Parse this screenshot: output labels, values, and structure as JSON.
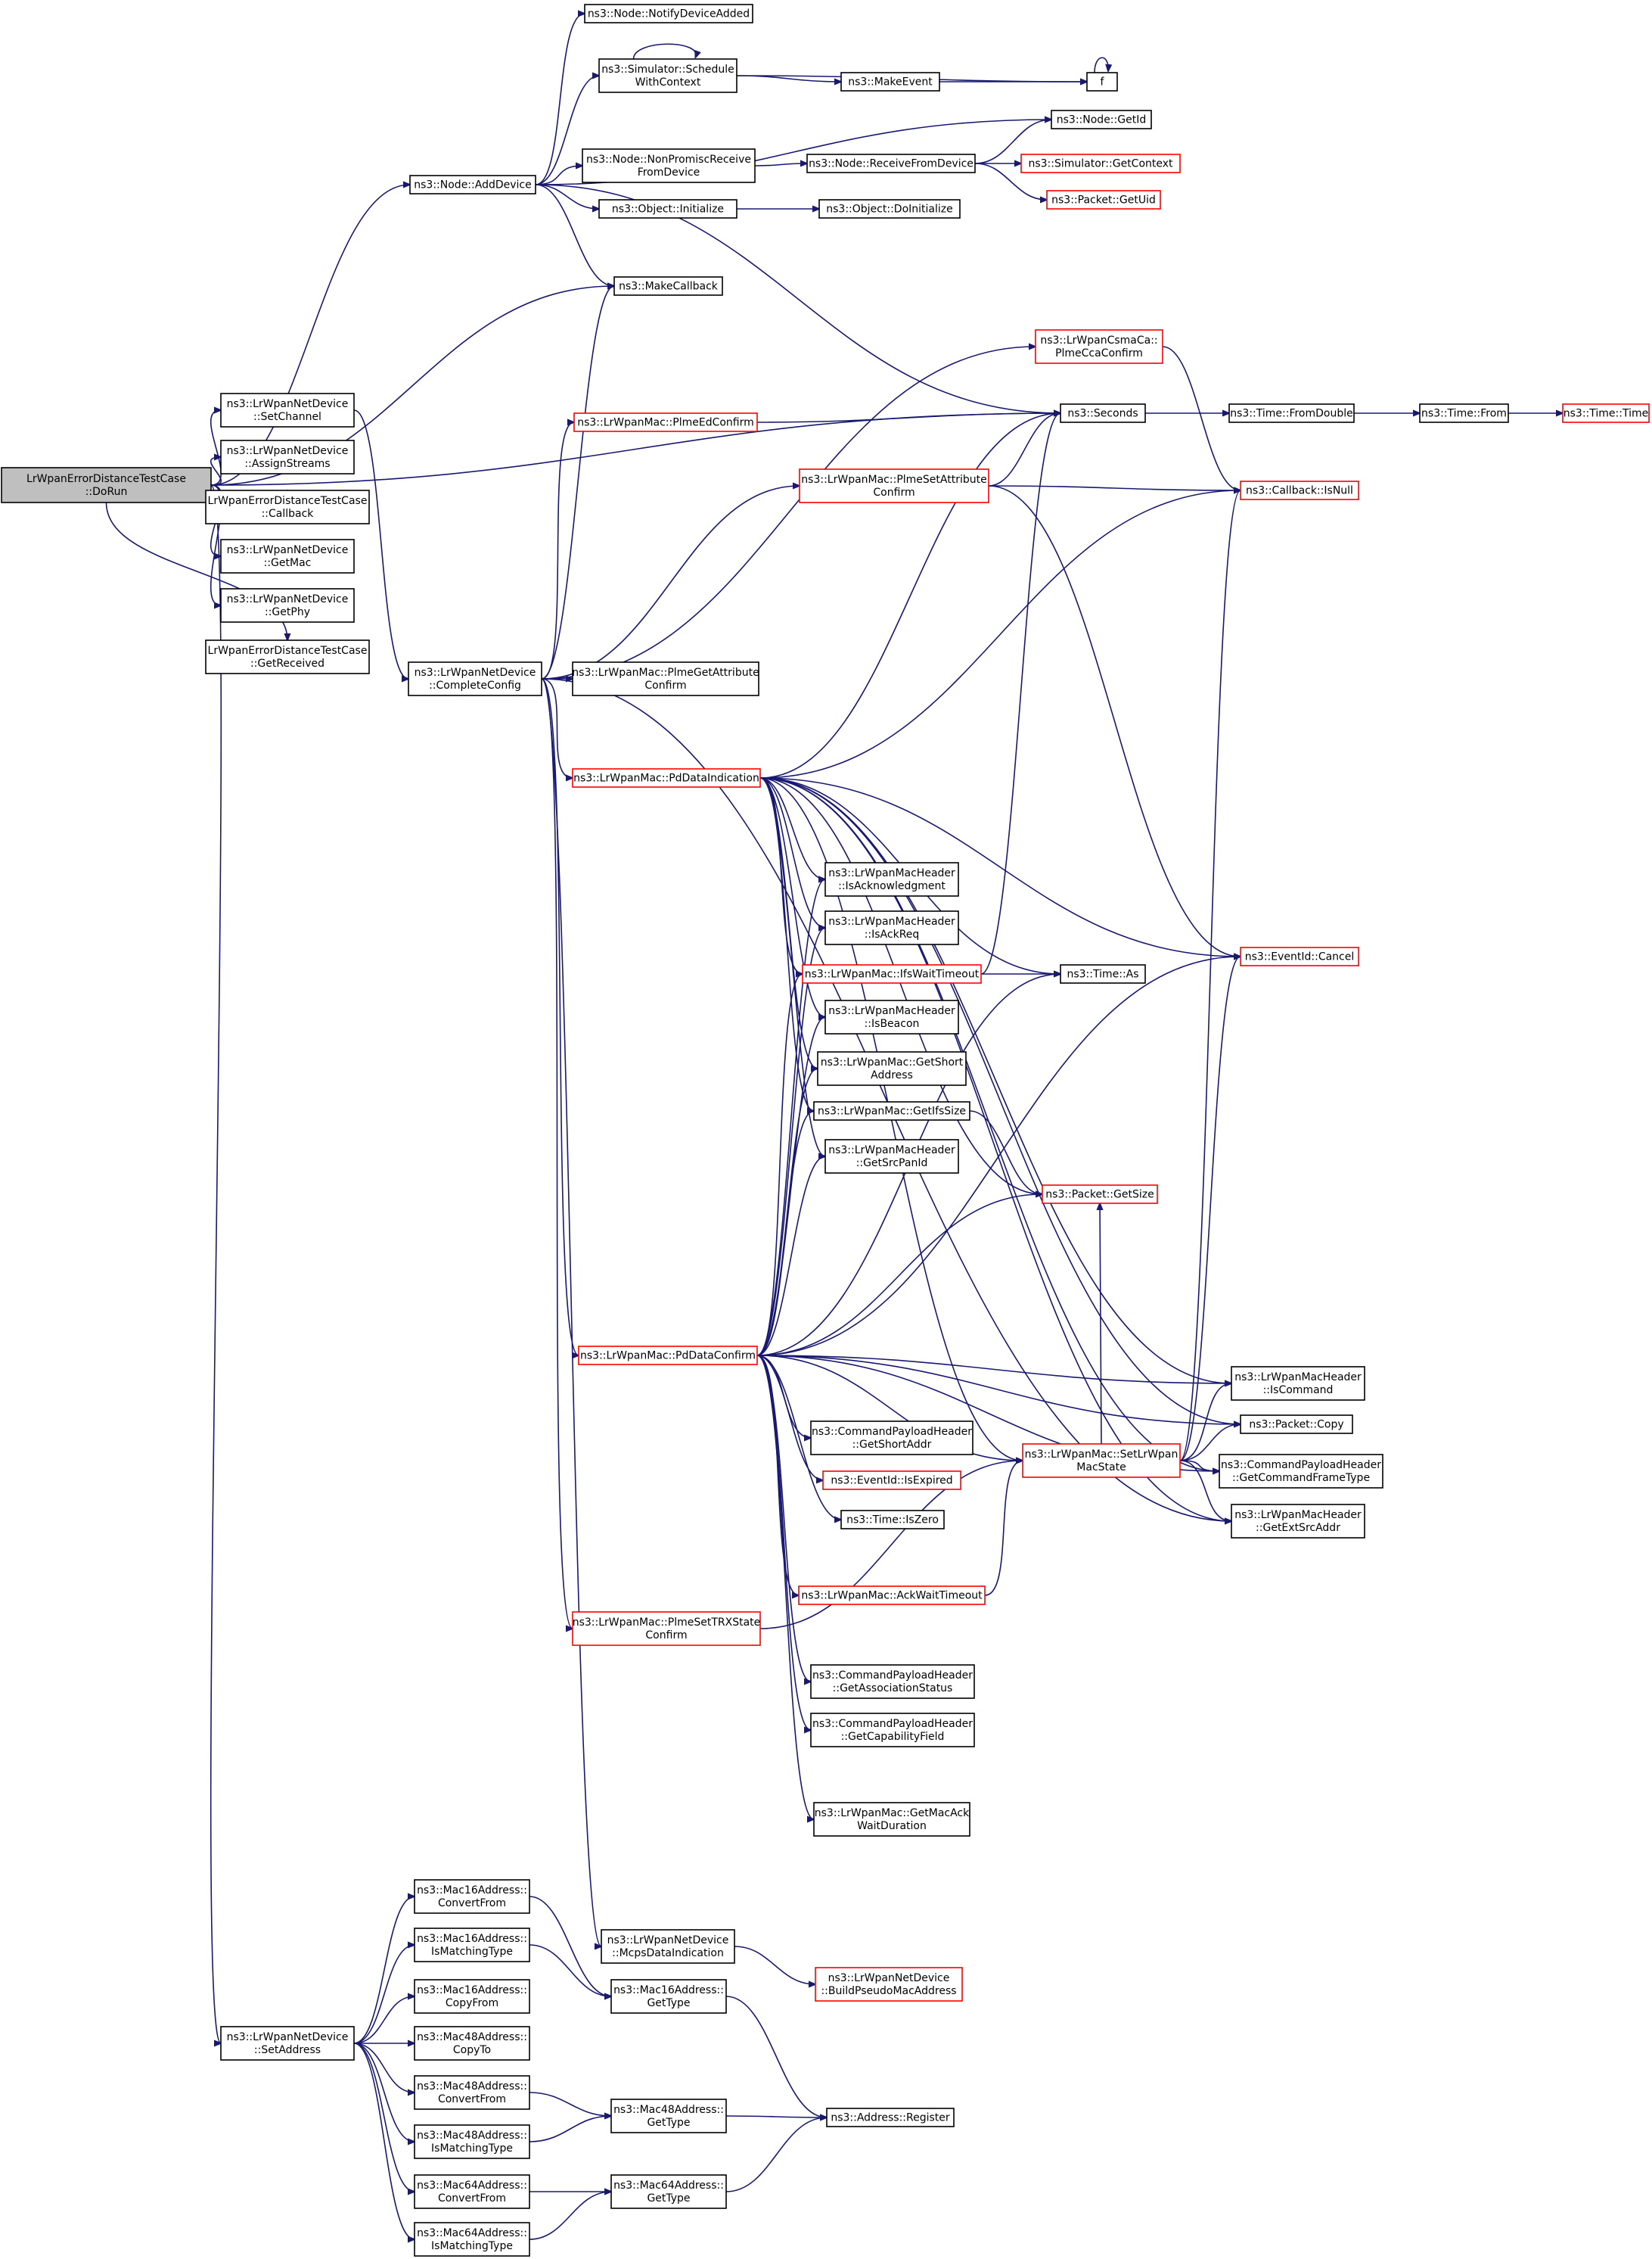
{
  "colors": {
    "edge": "#191970",
    "node_border_normal": "#000000",
    "node_border_red": "#ff0000",
    "node_fill_root": "#bfbfbf",
    "node_fill": "#ffffff"
  },
  "nodes": [
    {
      "id": "root",
      "lines": [
        "LrWpanErrorDistanceTestCase",
        "::DoRun"
      ],
      "style": "root"
    },
    {
      "id": "addDevice",
      "lines": [
        "ns3::Node::AddDevice"
      ],
      "style": "normal"
    },
    {
      "id": "setChannel",
      "lines": [
        "ns3::LrWpanNetDevice",
        "::SetChannel"
      ],
      "style": "normal"
    },
    {
      "id": "assignStreams",
      "lines": [
        "ns3::LrWpanNetDevice",
        "::AssignStreams"
      ],
      "style": "normal"
    },
    {
      "id": "callback",
      "lines": [
        "LrWpanErrorDistanceTestCase",
        "::Callback"
      ],
      "style": "normal"
    },
    {
      "id": "getMac",
      "lines": [
        "ns3::LrWpanNetDevice",
        "::GetMac"
      ],
      "style": "normal"
    },
    {
      "id": "getPhy",
      "lines": [
        "ns3::LrWpanNetDevice",
        "::GetPhy"
      ],
      "style": "normal"
    },
    {
      "id": "getReceived",
      "lines": [
        "LrWpanErrorDistanceTestCase",
        "::GetReceived"
      ],
      "style": "normal"
    },
    {
      "id": "setAddress",
      "lines": [
        "ns3::LrWpanNetDevice",
        "::SetAddress"
      ],
      "style": "normal"
    },
    {
      "id": "notifyDeviceAdded",
      "lines": [
        "ns3::Node::NotifyDeviceAdded"
      ],
      "style": "normal"
    },
    {
      "id": "schedule",
      "lines": [
        "ns3::Simulator::Schedule",
        "WithContext"
      ],
      "style": "normal"
    },
    {
      "id": "makeEvent",
      "lines": [
        "ns3::MakeEvent"
      ],
      "style": "normal"
    },
    {
      "id": "f",
      "lines": [
        "f"
      ],
      "style": "normal"
    },
    {
      "id": "getId",
      "lines": [
        "ns3::Node::GetId"
      ],
      "style": "normal"
    },
    {
      "id": "nonPromisc",
      "lines": [
        "ns3::Node::NonPromiscReceive",
        "FromDevice"
      ],
      "style": "normal"
    },
    {
      "id": "receiveFromDevice",
      "lines": [
        "ns3::Node::ReceiveFromDevice"
      ],
      "style": "normal"
    },
    {
      "id": "getContext",
      "lines": [
        "ns3::Simulator::GetContext"
      ],
      "style": "red"
    },
    {
      "id": "getUid",
      "lines": [
        "ns3::Packet::GetUid"
      ],
      "style": "red"
    },
    {
      "id": "initialize",
      "lines": [
        "ns3::Object::Initialize"
      ],
      "style": "normal"
    },
    {
      "id": "doInitialize",
      "lines": [
        "ns3::Object::DoInitialize"
      ],
      "style": "normal"
    },
    {
      "id": "makeCallback",
      "lines": [
        "ns3::MakeCallback"
      ],
      "style": "normal"
    },
    {
      "id": "csmaPlme",
      "lines": [
        "ns3::LrWpanCsmaCa::",
        "PlmeCcaConfirm"
      ],
      "style": "red"
    },
    {
      "id": "plmeEd",
      "lines": [
        "ns3::LrWpanMac::PlmeEdConfirm"
      ],
      "style": "red"
    },
    {
      "id": "seconds",
      "lines": [
        "ns3::Seconds"
      ],
      "style": "normal"
    },
    {
      "id": "fromDouble",
      "lines": [
        "ns3::Time::FromDouble"
      ],
      "style": "normal"
    },
    {
      "id": "timeFrom",
      "lines": [
        "ns3::Time::From"
      ],
      "style": "normal"
    },
    {
      "id": "timeTime",
      "lines": [
        "ns3::Time::Time"
      ],
      "style": "red"
    },
    {
      "id": "plmeSetAttr",
      "lines": [
        "ns3::LrWpanMac::PlmeSetAttribute",
        "Confirm"
      ],
      "style": "red"
    },
    {
      "id": "isNull",
      "lines": [
        "ns3::Callback::IsNull"
      ],
      "style": "red"
    },
    {
      "id": "completeConfig",
      "lines": [
        "ns3::LrWpanNetDevice",
        "::CompleteConfig"
      ],
      "style": "normal"
    },
    {
      "id": "plmeGetAttr",
      "lines": [
        "ns3::LrWpanMac::PlmeGetAttribute",
        "Confirm"
      ],
      "style": "normal"
    },
    {
      "id": "pdDataInd",
      "lines": [
        "ns3::LrWpanMac::PdDataIndication"
      ],
      "style": "red"
    },
    {
      "id": "isAck",
      "lines": [
        "ns3::LrWpanMacHeader",
        "::IsAcknowledgment"
      ],
      "style": "normal"
    },
    {
      "id": "isAckReq",
      "lines": [
        "ns3::LrWpanMacHeader",
        "::IsAckReq"
      ],
      "style": "normal"
    },
    {
      "id": "ifsWait",
      "lines": [
        "ns3::LrWpanMac::IfsWaitTimeout"
      ],
      "style": "red"
    },
    {
      "id": "timeAs",
      "lines": [
        "ns3::Time::As"
      ],
      "style": "normal"
    },
    {
      "id": "eventCancel",
      "lines": [
        "ns3::EventId::Cancel"
      ],
      "style": "red"
    },
    {
      "id": "isBeacon",
      "lines": [
        "ns3::LrWpanMacHeader",
        "::IsBeacon"
      ],
      "style": "normal"
    },
    {
      "id": "getShortAddress",
      "lines": [
        "ns3::LrWpanMac::GetShort",
        "Address"
      ],
      "style": "normal"
    },
    {
      "id": "getIfsSize",
      "lines": [
        "ns3::LrWpanMac::GetIfsSize"
      ],
      "style": "normal"
    },
    {
      "id": "getSrcPanId",
      "lines": [
        "ns3::LrWpanMacHeader",
        "::GetSrcPanId"
      ],
      "style": "normal"
    },
    {
      "id": "packetGetSize",
      "lines": [
        "ns3::Packet::GetSize"
      ],
      "style": "red"
    },
    {
      "id": "pdDataConf",
      "lines": [
        "ns3::LrWpanMac::PdDataConfirm"
      ],
      "style": "red"
    },
    {
      "id": "isCommand",
      "lines": [
        "ns3::LrWpanMacHeader",
        "::IsCommand"
      ],
      "style": "normal"
    },
    {
      "id": "getShortAddr",
      "lines": [
        "ns3::CommandPayloadHeader",
        "::GetShortAddr"
      ],
      "style": "normal"
    },
    {
      "id": "setMacState",
      "lines": [
        "ns3::LrWpanMac::SetLrWpan",
        "MacState"
      ],
      "style": "red"
    },
    {
      "id": "packetCopy",
      "lines": [
        "ns3::Packet::Copy"
      ],
      "style": "normal"
    },
    {
      "id": "getCmdFrameType",
      "lines": [
        "ns3::CommandPayloadHeader",
        "::GetCommandFrameType"
      ],
      "style": "normal"
    },
    {
      "id": "isExpired",
      "lines": [
        "ns3::EventId::IsExpired"
      ],
      "style": "red"
    },
    {
      "id": "getExtSrcAddr",
      "lines": [
        "ns3::LrWpanMacHeader",
        "::GetExtSrcAddr"
      ],
      "style": "normal"
    },
    {
      "id": "isZero",
      "lines": [
        "ns3::Time::IsZero"
      ],
      "style": "normal"
    },
    {
      "id": "ackWait",
      "lines": [
        "ns3::LrWpanMac::AckWaitTimeout"
      ],
      "style": "red"
    },
    {
      "id": "plmeSetTrx",
      "lines": [
        "ns3::LrWpanMac::PlmeSetTRXState",
        "Confirm"
      ],
      "style": "red"
    },
    {
      "id": "getAssocStatus",
      "lines": [
        "ns3::CommandPayloadHeader",
        "::GetAssociationStatus"
      ],
      "style": "normal"
    },
    {
      "id": "getCapField",
      "lines": [
        "ns3::CommandPayloadHeader",
        "::GetCapabilityField"
      ],
      "style": "normal"
    },
    {
      "id": "getMacAckWait",
      "lines": [
        "ns3::LrWpanMac::GetMacAck",
        "WaitDuration"
      ],
      "style": "normal"
    },
    {
      "id": "m16Convert",
      "lines": [
        "ns3::Mac16Address::",
        "ConvertFrom"
      ],
      "style": "normal"
    },
    {
      "id": "m16IsMatching",
      "lines": [
        "ns3::Mac16Address::",
        "IsMatchingType"
      ],
      "style": "normal"
    },
    {
      "id": "mcpsDataInd",
      "lines": [
        "ns3::LrWpanNetDevice",
        "::McpsDataIndication"
      ],
      "style": "normal"
    },
    {
      "id": "m16GetType",
      "lines": [
        "ns3::Mac16Address::",
        "GetType"
      ],
      "style": "normal"
    },
    {
      "id": "buildPseudo",
      "lines": [
        "ns3::LrWpanNetDevice",
        "::BuildPseudoMacAddress"
      ],
      "style": "red"
    },
    {
      "id": "m16CopyFrom",
      "lines": [
        "ns3::Mac16Address::",
        "CopyFrom"
      ],
      "style": "normal"
    },
    {
      "id": "m48CopyTo",
      "lines": [
        "ns3::Mac48Address::",
        "CopyTo"
      ],
      "style": "normal"
    },
    {
      "id": "m48Convert",
      "lines": [
        "ns3::Mac48Address::",
        "ConvertFrom"
      ],
      "style": "normal"
    },
    {
      "id": "m48GetType",
      "lines": [
        "ns3::Mac48Address::",
        "GetType"
      ],
      "style": "normal"
    },
    {
      "id": "addrRegister",
      "lines": [
        "ns3::Address::Register"
      ],
      "style": "normal"
    },
    {
      "id": "m48IsMatching",
      "lines": [
        "ns3::Mac48Address::",
        "IsMatchingType"
      ],
      "style": "normal"
    },
    {
      "id": "m64Convert",
      "lines": [
        "ns3::Mac64Address::",
        "ConvertFrom"
      ],
      "style": "normal"
    },
    {
      "id": "m64GetType",
      "lines": [
        "ns3::Mac64Address::",
        "GetType"
      ],
      "style": "normal"
    },
    {
      "id": "m64IsMatching",
      "lines": [
        "ns3::Mac64Address::",
        "IsMatchingType"
      ],
      "style": "normal"
    }
  ],
  "edges": [
    [
      "root",
      "addDevice"
    ],
    [
      "root",
      "makeCallback"
    ],
    [
      "root",
      "seconds"
    ],
    [
      "root",
      "setChannel"
    ],
    [
      "root",
      "assignStreams"
    ],
    [
      "root",
      "callback"
    ],
    [
      "root",
      "getMac"
    ],
    [
      "root",
      "getPhy"
    ],
    [
      "root",
      "getReceived"
    ],
    [
      "root",
      "setAddress"
    ],
    [
      "addDevice",
      "notifyDeviceAdded"
    ],
    [
      "addDevice",
      "schedule"
    ],
    [
      "addDevice",
      "getId"
    ],
    [
      "addDevice",
      "nonPromisc"
    ],
    [
      "addDevice",
      "initialize"
    ],
    [
      "addDevice",
      "makeCallback"
    ],
    [
      "addDevice",
      "seconds"
    ],
    [
      "schedule",
      "schedule"
    ],
    [
      "schedule",
      "makeEvent"
    ],
    [
      "schedule",
      "f"
    ],
    [
      "makeEvent",
      "f"
    ],
    [
      "f",
      "f"
    ],
    [
      "nonPromisc",
      "receiveFromDevice"
    ],
    [
      "receiveFromDevice",
      "getId"
    ],
    [
      "receiveFromDevice",
      "getContext"
    ],
    [
      "receiveFromDevice",
      "getUid"
    ],
    [
      "initialize",
      "doInitialize"
    ],
    [
      "setChannel",
      "completeConfig"
    ],
    [
      "completeConfig",
      "makeCallback"
    ],
    [
      "completeConfig",
      "csmaPlme"
    ],
    [
      "completeConfig",
      "plmeEd"
    ],
    [
      "completeConfig",
      "plmeSetAttr"
    ],
    [
      "completeConfig",
      "plmeGetAttr"
    ],
    [
      "completeConfig",
      "pdDataInd"
    ],
    [
      "completeConfig",
      "pdDataConf"
    ],
    [
      "completeConfig",
      "plmeSetTrx"
    ],
    [
      "completeConfig",
      "mcpsDataInd"
    ],
    [
      "completeConfig",
      "getExtSrcAddr"
    ],
    [
      "csmaPlme",
      "isNull"
    ],
    [
      "plmeEd",
      "seconds"
    ],
    [
      "seconds",
      "fromDouble"
    ],
    [
      "fromDouble",
      "timeFrom"
    ],
    [
      "timeFrom",
      "timeTime"
    ],
    [
      "plmeSetAttr",
      "seconds"
    ],
    [
      "plmeSetAttr",
      "isNull"
    ],
    [
      "plmeSetAttr",
      "eventCancel"
    ],
    [
      "pdDataInd",
      "seconds"
    ],
    [
      "pdDataInd",
      "isNull"
    ],
    [
      "pdDataInd",
      "eventCancel"
    ],
    [
      "pdDataInd",
      "isAck"
    ],
    [
      "pdDataInd",
      "isAckReq"
    ],
    [
      "pdDataInd",
      "ifsWait"
    ],
    [
      "pdDataInd",
      "timeAs"
    ],
    [
      "pdDataInd",
      "isBeacon"
    ],
    [
      "pdDataInd",
      "getShortAddress"
    ],
    [
      "pdDataInd",
      "getIfsSize"
    ],
    [
      "pdDataInd",
      "getSrcPanId"
    ],
    [
      "pdDataInd",
      "packetGetSize"
    ],
    [
      "pdDataInd",
      "isCommand"
    ],
    [
      "pdDataInd",
      "setMacState"
    ],
    [
      "pdDataInd",
      "packetCopy"
    ],
    [
      "pdDataInd",
      "getCmdFrameType"
    ],
    [
      "pdDataInd",
      "getExtSrcAddr"
    ],
    [
      "ifsWait",
      "seconds"
    ],
    [
      "ifsWait",
      "timeAs"
    ],
    [
      "getIfsSize",
      "packetGetSize"
    ],
    [
      "pdDataConf",
      "isAck"
    ],
    [
      "pdDataConf",
      "isAckReq"
    ],
    [
      "pdDataConf",
      "ifsWait"
    ],
    [
      "pdDataConf",
      "isBeacon"
    ],
    [
      "pdDataConf",
      "getShortAddress"
    ],
    [
      "pdDataConf",
      "getIfsSize"
    ],
    [
      "pdDataConf",
      "getSrcPanId"
    ],
    [
      "pdDataConf",
      "timeAs"
    ],
    [
      "pdDataConf",
      "packetGetSize"
    ],
    [
      "pdDataConf",
      "eventCancel"
    ],
    [
      "pdDataConf",
      "isCommand"
    ],
    [
      "pdDataConf",
      "getShortAddr"
    ],
    [
      "pdDataConf",
      "setMacState"
    ],
    [
      "pdDataConf",
      "isExpired"
    ],
    [
      "pdDataConf",
      "isZero"
    ],
    [
      "pdDataConf",
      "ackWait"
    ],
    [
      "pdDataConf",
      "getAssocStatus"
    ],
    [
      "pdDataConf",
      "getCapField"
    ],
    [
      "pdDataConf",
      "getMacAckWait"
    ],
    [
      "pdDataConf",
      "getCmdFrameType"
    ],
    [
      "pdDataConf",
      "packetCopy"
    ],
    [
      "setMacState",
      "isNull"
    ],
    [
      "setMacState",
      "eventCancel"
    ],
    [
      "setMacState",
      "isCommand"
    ],
    [
      "setMacState",
      "packetCopy"
    ],
    [
      "setMacState",
      "getCmdFrameType"
    ],
    [
      "setMacState",
      "getExtSrcAddr"
    ],
    [
      "setMacState",
      "packetGetSize"
    ],
    [
      "ackWait",
      "setMacState"
    ],
    [
      "plmeSetTrx",
      "setMacState"
    ],
    [
      "mcpsDataInd",
      "buildPseudo"
    ],
    [
      "setAddress",
      "m16Convert"
    ],
    [
      "setAddress",
      "m16IsMatching"
    ],
    [
      "setAddress",
      "m16CopyFrom"
    ],
    [
      "setAddress",
      "m48CopyTo"
    ],
    [
      "setAddress",
      "m48Convert"
    ],
    [
      "setAddress",
      "m48IsMatching"
    ],
    [
      "setAddress",
      "m64Convert"
    ],
    [
      "setAddress",
      "m64IsMatching"
    ],
    [
      "m16Convert",
      "m16GetType"
    ],
    [
      "m16IsMatching",
      "m16GetType"
    ],
    [
      "m16GetType",
      "addrRegister"
    ],
    [
      "m48Convert",
      "m48GetType"
    ],
    [
      "m48IsMatching",
      "m48GetType"
    ],
    [
      "m48GetType",
      "addrRegister"
    ],
    [
      "m64Convert",
      "m64GetType"
    ],
    [
      "m64IsMatching",
      "m64GetType"
    ],
    [
      "m64GetType",
      "addrRegister"
    ]
  ]
}
